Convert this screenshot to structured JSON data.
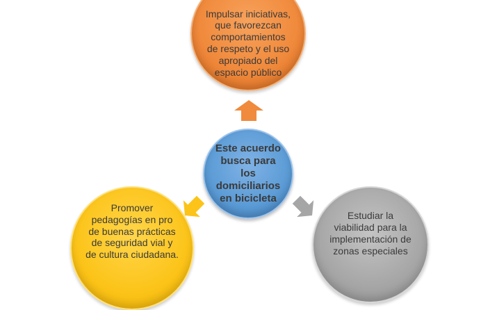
{
  "center": {
    "text": "Este acuerdo busca para los domiciliarios en bicicleta",
    "color": "#5b9bd5"
  },
  "nodes": [
    {
      "id": "top",
      "text": "Impulsar iniciativas, que favorezcan comportamientos de respeto y el uso apropiado del espacio público",
      "color": "#f08a3c"
    },
    {
      "id": "left",
      "text": "Promover pedagogías en pro de buenas prácticas de seguridad vial y de cultura ciudadana.",
      "color": "#fcc419"
    },
    {
      "id": "right",
      "text": "Estudiar la viabilidad para la implementación de zonas especiales",
      "color": "#a6a6a6"
    }
  ]
}
